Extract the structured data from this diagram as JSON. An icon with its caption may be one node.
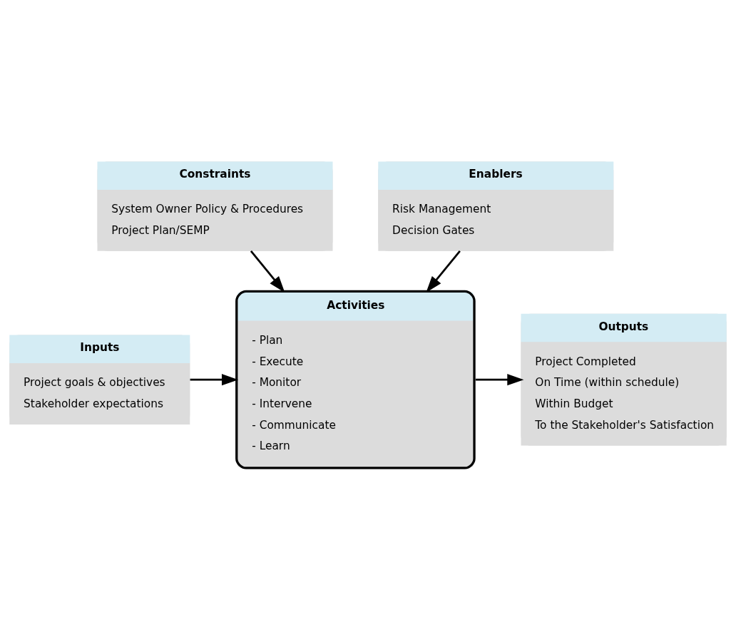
{
  "diagram": {
    "nodes": [
      {
        "text": [
          "Constraints",
          "System Owner Policy & Procedures",
          "Project Plan/SEMP"
        ]
      },
      {
        "text": [
          "Inputs",
          "Project goals & objectives",
          "Stakeholder expectations"
        ]
      },
      {
        "text": [
          "Activities",
          "- Plan",
          "- Execute",
          "- Monitor",
          "- Intervene",
          "- Communicate",
          "- Learn"
        ]
      },
      {
        "text": [
          "Outputs",
          "Project Completed",
          "On Time (within schedule)",
          "Within Budget",
          "To the Stakeholder's Satisfaction"
        ]
      },
      {
        "text": [
          "Enablers",
          "Risk Management",
          "Decision Gates"
        ]
      }
    ],
    "edges": [
      {
        "from": 0,
        "to": 2,
        "arrow": "to"
      },
      {
        "from": 1,
        "to": 2,
        "arrow": "to"
      },
      {
        "from": 2,
        "to": 3,
        "arrow": "to"
      },
      {
        "from": 4,
        "to": 2,
        "arrow": "to"
      }
    ]
  }
}
